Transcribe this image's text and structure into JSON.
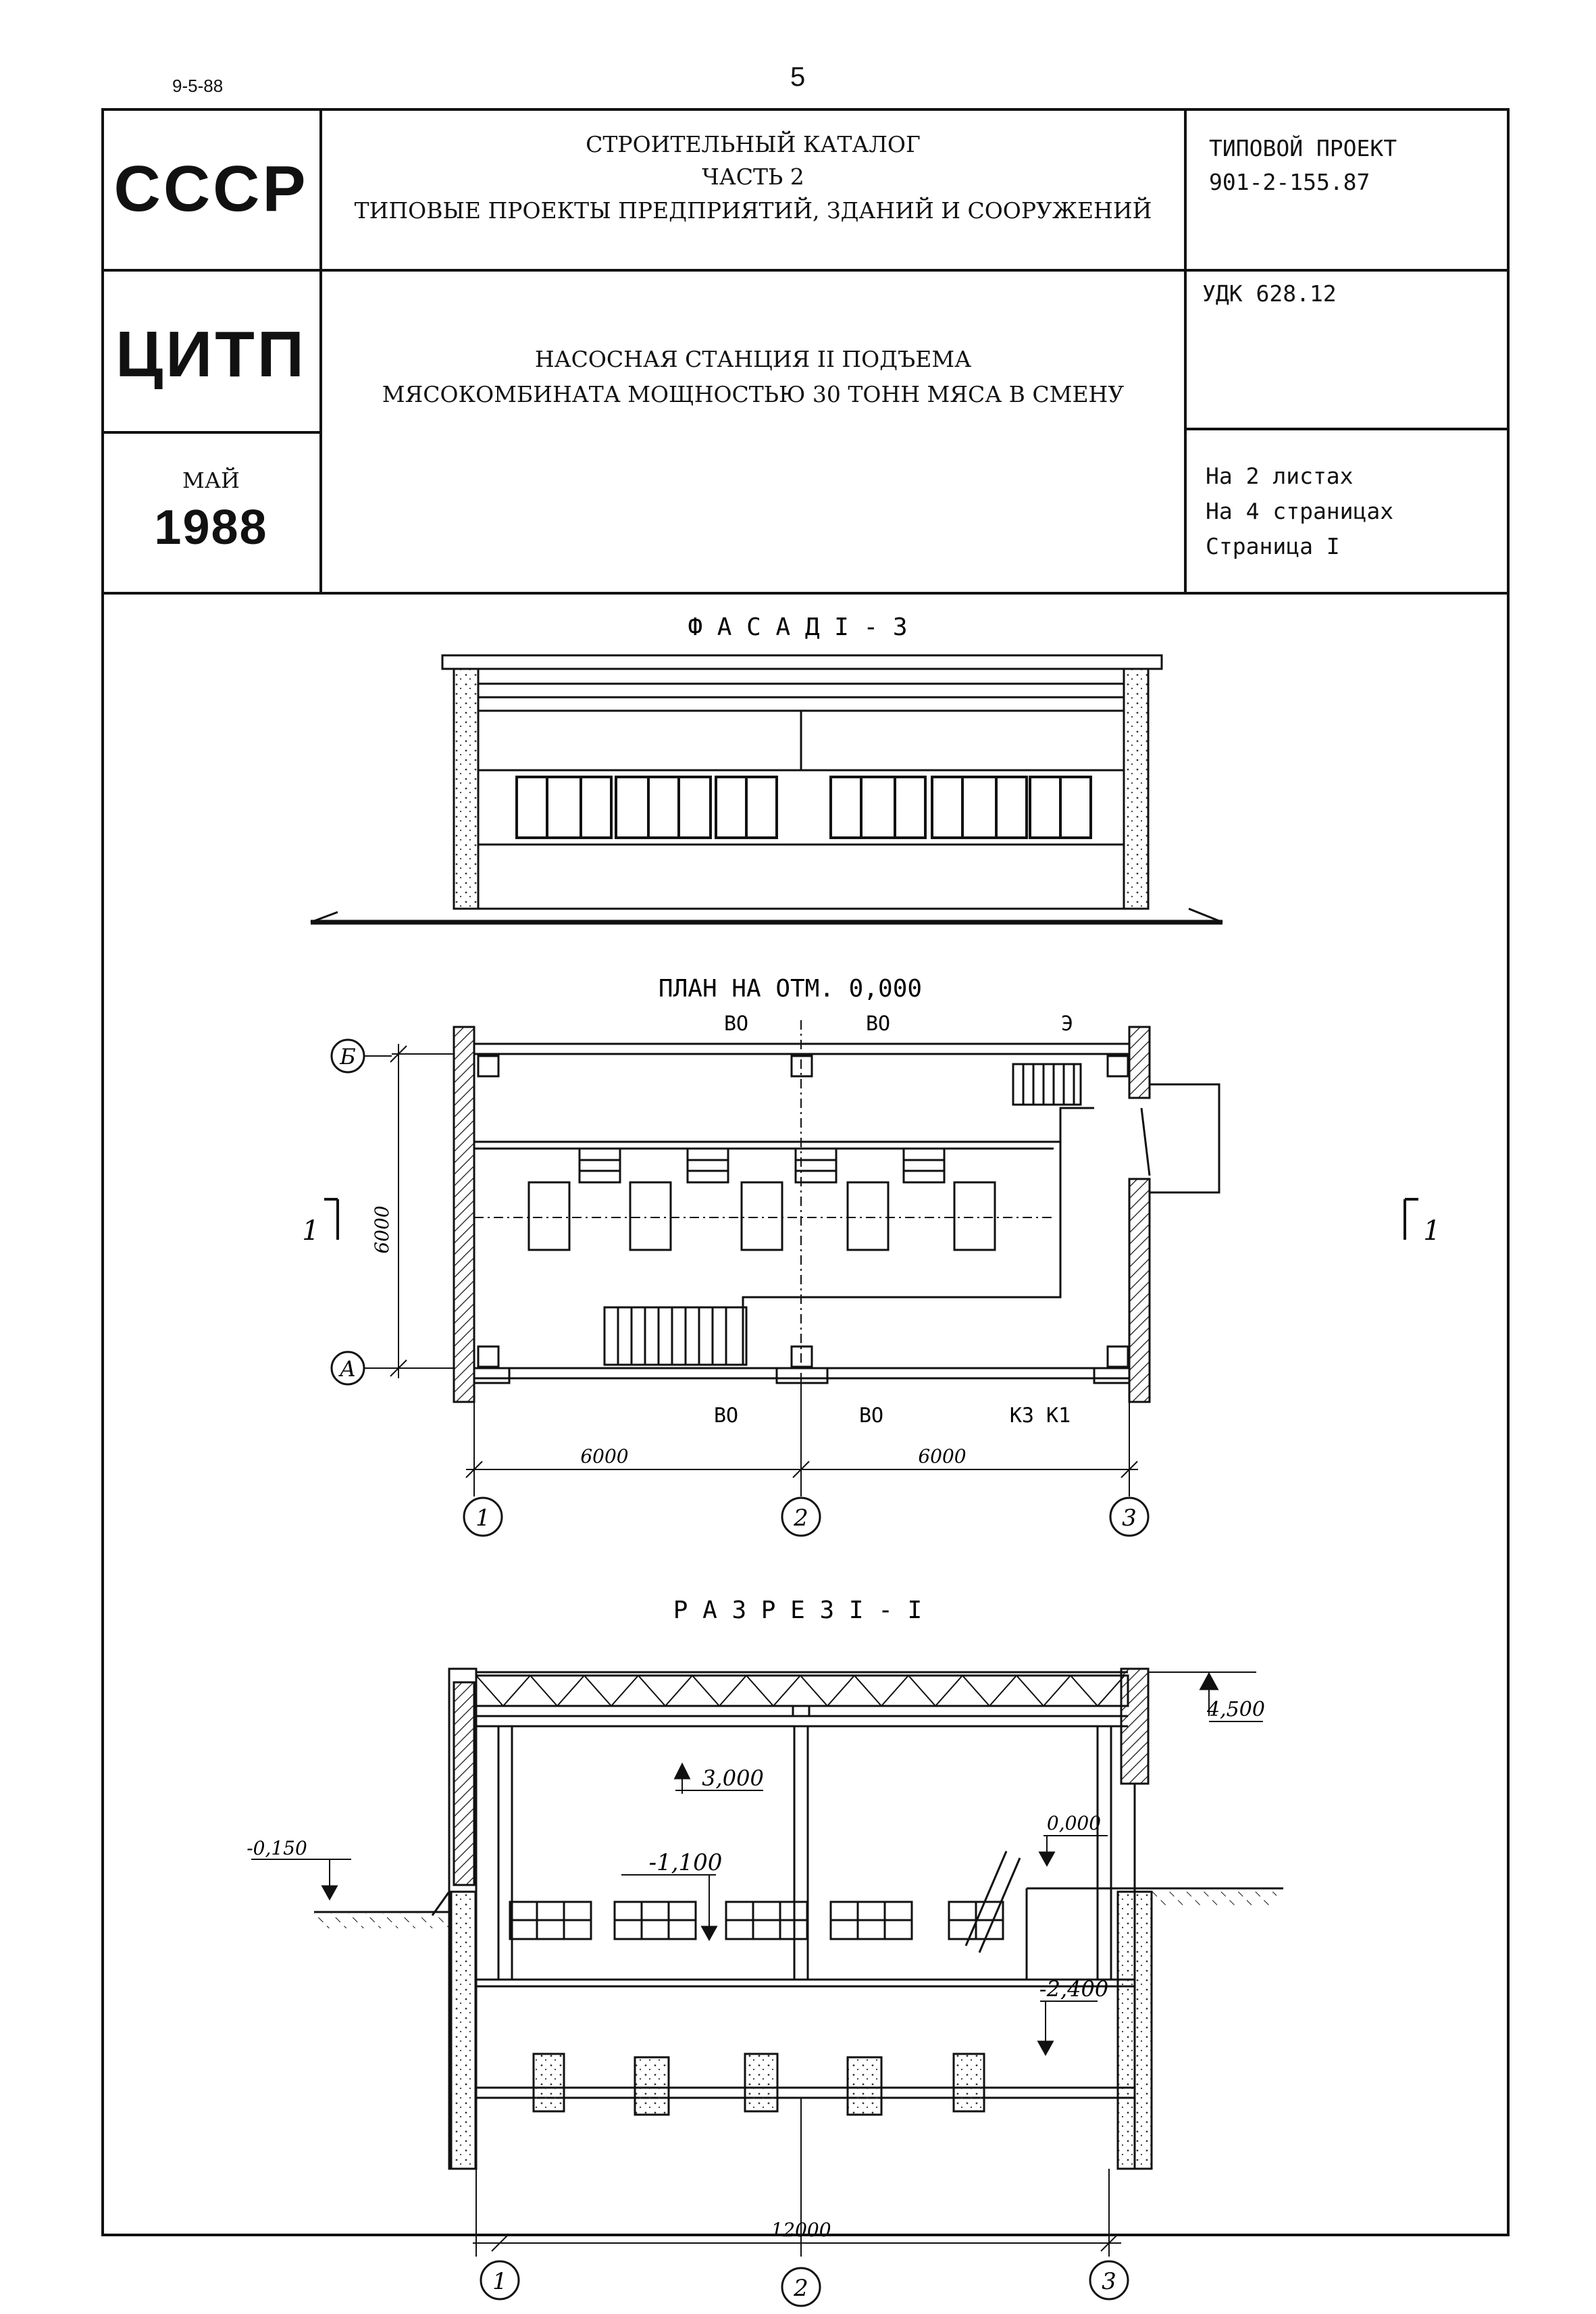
{
  "top": {
    "date": "9-5-88",
    "page_number": "5"
  },
  "stamp": {
    "country": "СССР",
    "org": "ЦИТП",
    "month": "МАЙ",
    "year": "1988",
    "catalog_line1": "СТРОИТЕЛЬНЫЙ КАТАЛОГ",
    "catalog_line2": "ЧАСТЬ 2",
    "catalog_line3": "ТИПОВЫЕ ПРОЕКТЫ ПРЕДПРИЯТИЙ, ЗДАНИЙ И СООРУЖЕНИЙ",
    "project_label": "ТИПОВОЙ ПРОЕКТ",
    "project_code": "901-2-155.87",
    "udk": "УДК 628.12",
    "title_line1": "НАСОСНАЯ СТАНЦИЯ  II  ПОДЪЕМА",
    "title_line2": "МЯСОКОМБИНАТА МОЩНОСТЬЮ 30 ТОНН МЯСА В СМЕНУ",
    "sheets": "На 2 листах",
    "pages": "На 4 страницах",
    "page": "Страница I"
  },
  "drawings": {
    "facade_title": "Ф А С А Д   I - 3",
    "plan_title": "ПЛАН НА ОТМ. 0,000",
    "section_title": "Р А З Р Е З   I - I",
    "axis_b": "Б",
    "axis_a": "А",
    "axis_1": "1",
    "axis_2": "2",
    "axis_3": "3",
    "dim_6000_v": "6000",
    "dim_6000_left": "6000",
    "dim_6000_right": "6000",
    "dim_12000": "12000",
    "label_vo_top_left": "ВО",
    "label_vo_top_right": "ВО",
    "label_e": "Э",
    "label_vo_bottom_left": "ВО",
    "label_vo_bottom_right": "ВО",
    "label_k3_k1": "К3  К1",
    "section_mark_left": "1",
    "section_mark_right": "1",
    "level_4500": "4,500",
    "level_3000": "3,000",
    "level_0000": "0,000",
    "level_minus_0150": "-0,150",
    "level_minus_1100": "-1,100",
    "level_minus_2400": "-2,400"
  }
}
